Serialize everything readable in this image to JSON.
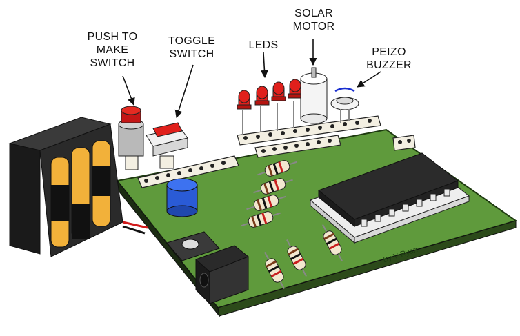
{
  "labels": {
    "push_to_make_switch": "PUSH TO\nMAKE\nSWITCH",
    "toggle_switch": "TOGGLE\nSWITCH",
    "leds": "LEDS",
    "solar_motor": "SOLAR\nMOTOR",
    "peizo_buzzer": "PEIZO\nBUZZER"
  },
  "credit": "By V Ryan",
  "colors": {
    "board": "#5f9a3c",
    "board_edge": "#3d6a25",
    "led_red": "#e0201c",
    "capacitor_blue": "#2a5bd6",
    "battery_yellow": "#f2b13a",
    "chip_body": "#2b2b2b",
    "socket": "#eeeeee"
  }
}
